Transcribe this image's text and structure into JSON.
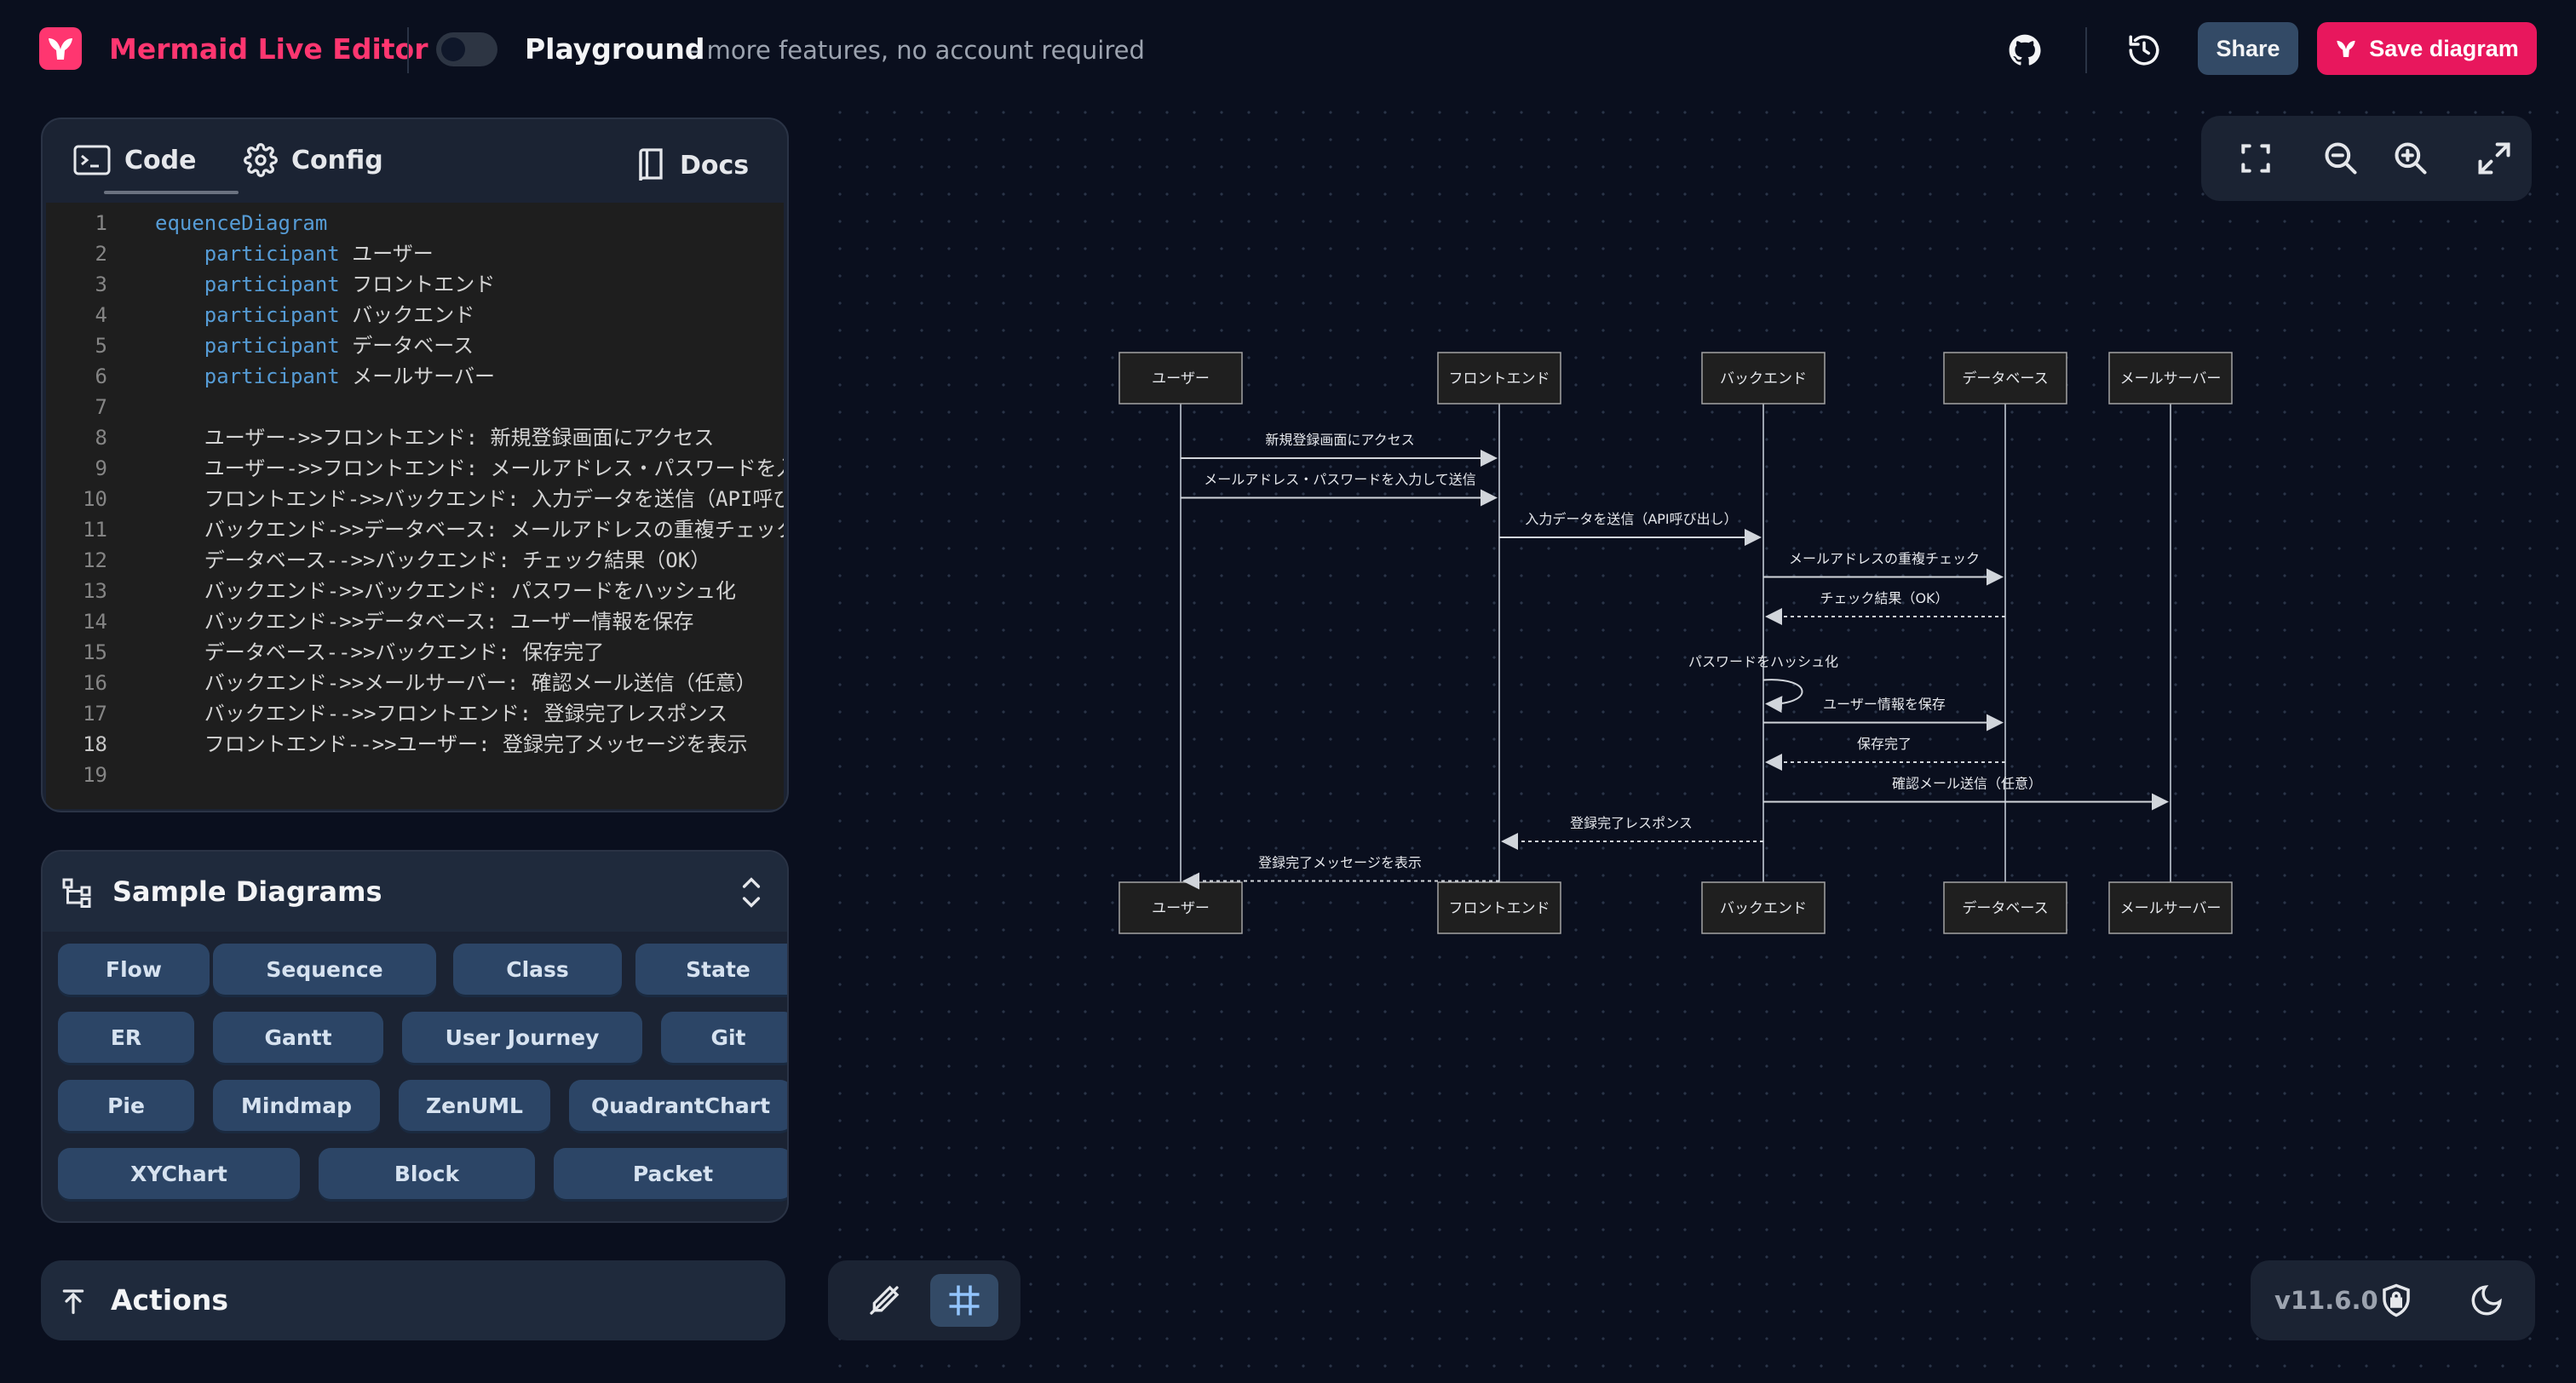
{
  "header": {
    "app_title": "Mermaid Live Editor",
    "playground_title": "Playground",
    "playground_subtitle": "- more features, no account required",
    "share_label": "Share",
    "save_label": "Save diagram",
    "icons": [
      "mermaid-logo-icon",
      "github-icon",
      "history-icon",
      "mermaid-icon"
    ]
  },
  "editor": {
    "tabs": [
      {
        "label": "Code",
        "icon": "code-icon",
        "active": true
      },
      {
        "label": "Config",
        "icon": "gear-icon"
      },
      {
        "label": "Docs",
        "icon": "book-icon"
      }
    ],
    "active_line": 18,
    "lines": [
      "equenceDiagram",
      "    participant ユーザー",
      "    participant フロントエンド",
      "    participant バックエンド",
      "    participant データベース",
      "    participant メールサーバー",
      "",
      "    ユーザー->>フロントエンド: 新規登録画面にアクセス",
      "    ユーザー->>フロントエンド: メールアドレス・パスワードを入",
      "    フロントエンド->>バックエンド: 入力データを送信（API呼び出",
      "    バックエンド->>データベース: メールアドレスの重複チェック",
      "    データベース-->>バックエンド: チェック結果（OK）",
      "    バックエンド->>バックエンド: パスワードをハッシュ化",
      "    バックエンド->>データベース: ユーザー情報を保存",
      "    データベース-->>バックエンド: 保存完了",
      "    バックエンド->>メールサーバー: 確認メール送信（任意）",
      "    バックエンド-->>フロントエンド: 登録完了レスポンス",
      "    フロントエンド-->>ユーザー: 登録完了メッセージを表示",
      ""
    ]
  },
  "samples": {
    "title": "Sample Diagrams",
    "rows": [
      [
        "Flow",
        "Sequence",
        "Class",
        "State"
      ],
      [
        "ER",
        "Gantt",
        "User Journey",
        "Git"
      ],
      [
        "Pie",
        "Mindmap",
        "ZenUML",
        "QuadrantChart"
      ],
      [
        "XYChart",
        "Block",
        "Packet"
      ]
    ]
  },
  "actions": {
    "title": "Actions"
  },
  "canvas": {
    "zoom_controls": [
      "fit-screen-icon",
      "zoom-out-icon",
      "zoom-in-icon",
      "expand-icon"
    ],
    "bottom_tools": [
      "pan-zoom-icon",
      "grid-icon"
    ],
    "version": "v11.6.0",
    "version_icons": [
      "shield-lock-icon",
      "moon-icon"
    ]
  },
  "diagram": {
    "participants": [
      "ユーザー",
      "フロントエンド",
      "バックエンド",
      "データベース",
      "メールサーバー"
    ],
    "messages": [
      {
        "from": 0,
        "to": 1,
        "text": "新規登録画面にアクセス",
        "dashed": false
      },
      {
        "from": 0,
        "to": 1,
        "text": "メールアドレス・パスワードを入力して送信",
        "dashed": false
      },
      {
        "from": 1,
        "to": 2,
        "text": "入力データを送信（API呼び出し）",
        "dashed": false
      },
      {
        "from": 2,
        "to": 3,
        "text": "メールアドレスの重複チェック",
        "dashed": false
      },
      {
        "from": 3,
        "to": 2,
        "text": "チェック結果（OK）",
        "dashed": true
      },
      {
        "from": 2,
        "to": 2,
        "text": "パスワードをハッシュ化",
        "dashed": false
      },
      {
        "from": 2,
        "to": 3,
        "text": "ユーザー情報を保存",
        "dashed": false
      },
      {
        "from": 3,
        "to": 2,
        "text": "保存完了",
        "dashed": true
      },
      {
        "from": 2,
        "to": 4,
        "text": "確認メール送信（任意）",
        "dashed": false
      },
      {
        "from": 2,
        "to": 1,
        "text": "登録完了レスポンス",
        "dashed": true
      },
      {
        "from": 1,
        "to": 0,
        "text": "登録完了メッセージを表示",
        "dashed": true
      }
    ]
  },
  "colors": {
    "accent": "#ff3670",
    "save_button": "#e8175d",
    "share_button": "#334a66",
    "sample_button": "#2c4566",
    "background": "#0a0f1e",
    "panel": "#1b2333",
    "keyword": "#569cd6"
  }
}
